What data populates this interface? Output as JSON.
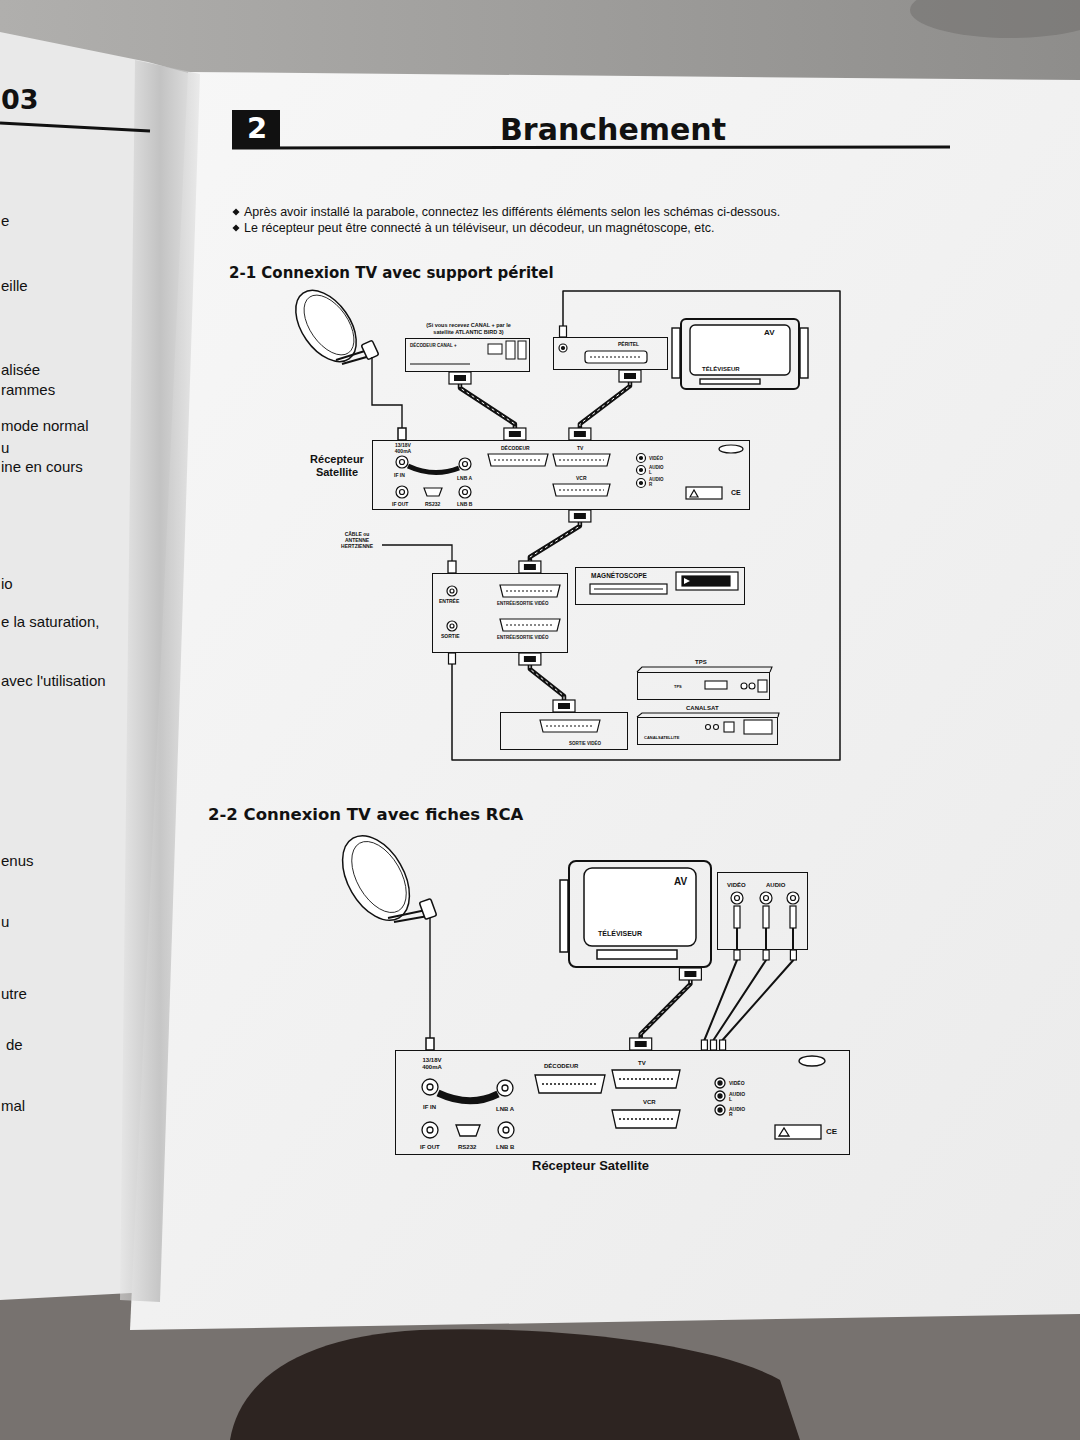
{
  "diagram": {
    "title": "Branchement",
    "nodes": [
      {
        "text": [
          "2"
        ]
      },
      {
        "text": [
          "(Si vous recevez CANAL + par le satellite ATLANTIC BIRD 3)",
          "DÉCODEUR CANAL +"
        ]
      },
      {
        "text": [
          "PÉRITEL"
        ]
      },
      {
        "text": [
          "AV",
          "TÉLÉVISEUR"
        ]
      },
      {
        "text": [
          "Récepteur Satellite",
          "13/18V 400mA",
          "IF IN",
          "LNB A",
          "IF OUT",
          "RS232",
          "LNB B",
          "DÉCODEUR",
          "TV",
          "VCR",
          "VIDÉO",
          "AUDIO L",
          "AUDIO R",
          "CE"
        ]
      },
      {
        "text": [
          "ENTRÉE",
          "ENTRÉE/SORTIE VIDÉO",
          "SORTIE",
          "ENTRÉE/SORTIE VIDÉO"
        ]
      },
      {
        "text": [
          "MAGNÉTOSCOPE"
        ]
      },
      {
        "text": [
          "TPS",
          "TPS"
        ]
      },
      {
        "text": [
          "SORTIE VIDÉO"
        ]
      },
      {
        "text": [
          "CANALSAT",
          "CANALSATELLITE"
        ]
      },
      {
        "text": [
          "AV",
          "TÉLÉVISEUR"
        ]
      },
      {
        "text": [
          "VIDÉO",
          "AUDIO"
        ]
      },
      {
        "text": [
          "13/18V 400mA",
          "IF IN",
          "LNB A",
          "IF OUT",
          "RS232",
          "LNB B",
          "DÉCODEUR",
          "TV",
          "VCR",
          "VIDÉO",
          "AUDIO L",
          "AUDIO R",
          "CE",
          "Récepteur Satellite"
        ]
      }
    ],
    "edges": [
      {
        "from": 1,
        "to": 4,
        "arrow": "none"
      },
      {
        "from": 2,
        "to": 4,
        "arrow": "none"
      },
      {
        "from": 2,
        "to": 5,
        "arrow": "none"
      },
      {
        "from": 4,
        "to": 5,
        "arrow": "none"
      },
      {
        "from": 5,
        "to": 8,
        "arrow": "none"
      },
      {
        "from": 10,
        "to": 12,
        "arrow": "none"
      },
      {
        "from": 11,
        "to": 12,
        "arrow": "none"
      },
      {
        "from": 11,
        "to": 12,
        "arrow": "none"
      },
      {
        "from": 11,
        "to": 12,
        "arrow": "none"
      }
    ],
    "labels": [
      "03",
      "e",
      "eille",
      "alisée",
      "rammes",
      "mode normal",
      "u",
      "ine en cours",
      "io",
      "e la saturation,",
      "avec l'utilisation",
      "enus",
      "u",
      "utre",
      "de",
      "mal",
      "Après avoir installé la parabole, connectez les différents éléments selon les schémas ci-dessous.",
      "Le récepteur peut être connecté à un téléviseur, un décodeur, un magnétoscope, etc.",
      "2-1 Connexion TV avec support péritel",
      "CÂBLE ou ANTENNE HERTZIENNE",
      "2-2 Connexion TV avec fiches RCA"
    ]
  }
}
